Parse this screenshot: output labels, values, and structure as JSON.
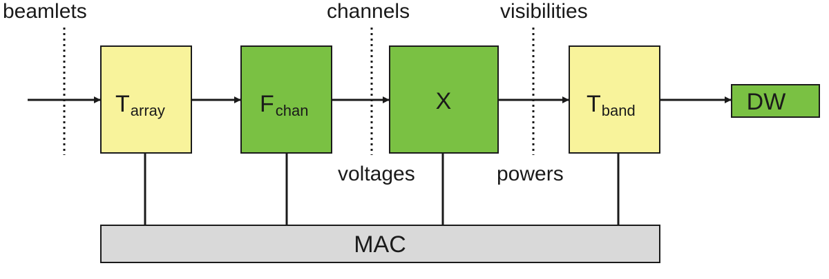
{
  "colors": {
    "yellow": "#f8f39b",
    "green": "#7ac143",
    "gray": "#d9d9d9",
    "stroke": "#1a1a1a"
  },
  "labels": {
    "beamlets": "beamlets",
    "channels": "channels",
    "visibilities": "visibilities",
    "voltages": "voltages",
    "powers": "powers"
  },
  "blocks": {
    "t_array": {
      "main": "T",
      "sub": "array"
    },
    "f_chan": {
      "main": "F",
      "sub": "chan"
    },
    "x": {
      "main": "X"
    },
    "t_band": {
      "main": "T",
      "sub": "band"
    },
    "dw": {
      "main": "DW"
    },
    "mac": {
      "main": "MAC"
    }
  }
}
